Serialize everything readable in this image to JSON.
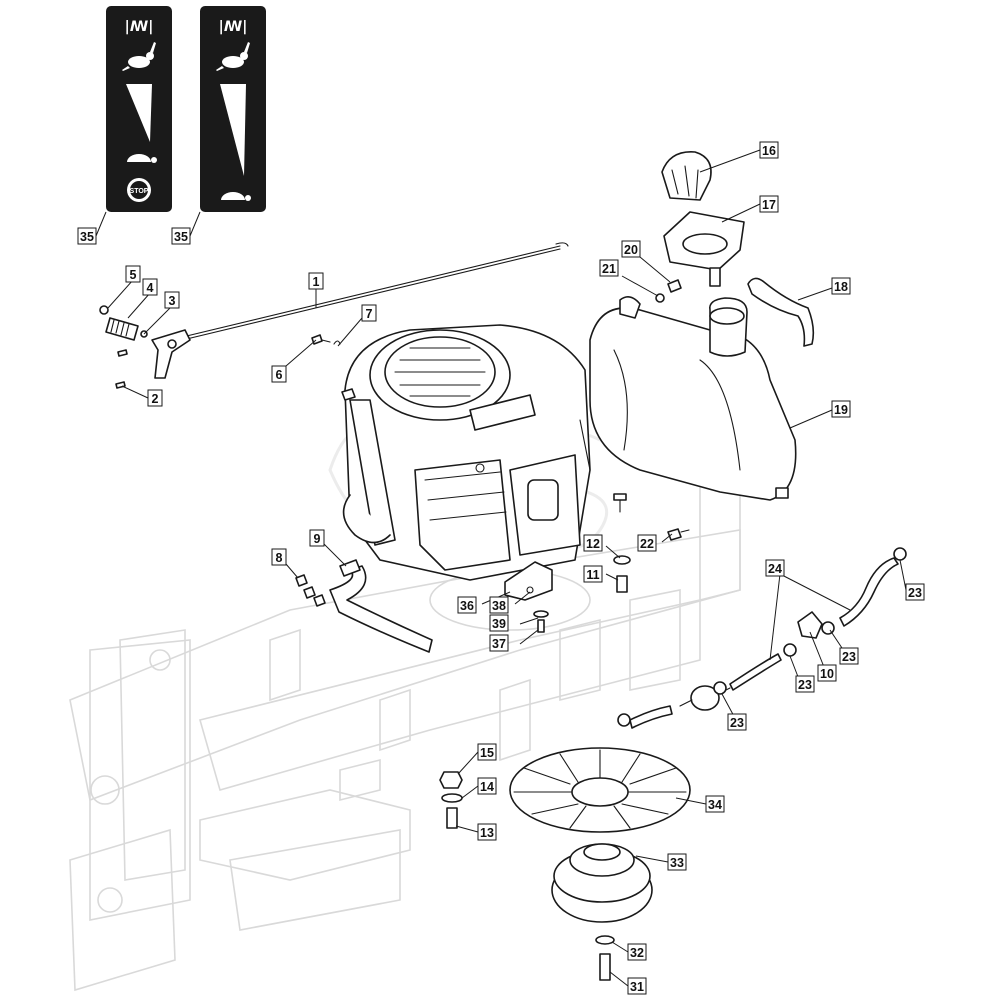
{
  "callouts": [
    {
      "id": "c35a",
      "text": "35"
    },
    {
      "id": "c35b",
      "text": "35"
    },
    {
      "id": "c16",
      "text": "16"
    },
    {
      "id": "c17",
      "text": "17"
    },
    {
      "id": "c20",
      "text": "20"
    },
    {
      "id": "c21",
      "text": "21"
    },
    {
      "id": "c18",
      "text": "18"
    },
    {
      "id": "c19",
      "text": "19"
    },
    {
      "id": "c1",
      "text": "1"
    },
    {
      "id": "c5",
      "text": "5"
    },
    {
      "id": "c4",
      "text": "4"
    },
    {
      "id": "c3",
      "text": "3"
    },
    {
      "id": "c7",
      "text": "7"
    },
    {
      "id": "c6",
      "text": "6"
    },
    {
      "id": "c2",
      "text": "2"
    },
    {
      "id": "c9",
      "text": "9"
    },
    {
      "id": "c8",
      "text": "8"
    },
    {
      "id": "c12",
      "text": "12"
    },
    {
      "id": "c22",
      "text": "22"
    },
    {
      "id": "c11",
      "text": "11"
    },
    {
      "id": "c36",
      "text": "36"
    },
    {
      "id": "c38",
      "text": "38"
    },
    {
      "id": "c39",
      "text": "39"
    },
    {
      "id": "c37",
      "text": "37"
    },
    {
      "id": "c24",
      "text": "24"
    },
    {
      "id": "c23a",
      "text": "23"
    },
    {
      "id": "c23b",
      "text": "23"
    },
    {
      "id": "c10",
      "text": "10"
    },
    {
      "id": "c23c",
      "text": "23"
    },
    {
      "id": "c23d",
      "text": "23"
    },
    {
      "id": "c15",
      "text": "15"
    },
    {
      "id": "c14",
      "text": "14"
    },
    {
      "id": "c13",
      "text": "13"
    },
    {
      "id": "c34",
      "text": "34"
    },
    {
      "id": "c33",
      "text": "33"
    },
    {
      "id": "c32",
      "text": "32"
    },
    {
      "id": "c31",
      "text": "31"
    }
  ],
  "decals": {
    "left_icons": [
      "choke-icon",
      "rabbit-fast-icon",
      "speed-wedge-icon",
      "turtle-slow-icon",
      "stop-icon"
    ],
    "left_stop_label": "STOP",
    "right_icons": [
      "choke-icon",
      "rabbit-fast-icon",
      "speed-wedge-icon",
      "turtle-slow-icon"
    ]
  },
  "colors": {
    "line": "#1a1a1a",
    "frame": "#d9d9d9",
    "decal": "#1a1a1a"
  }
}
